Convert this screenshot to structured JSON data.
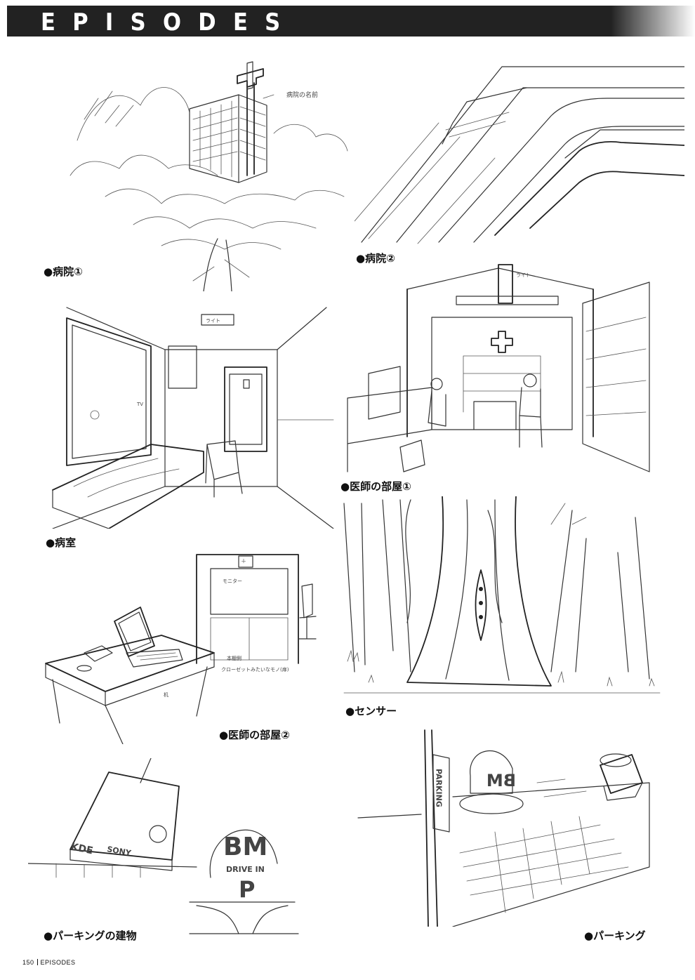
{
  "header": {
    "title": "EPISODES"
  },
  "captions": {
    "hospital_1": "●病院①",
    "hospital_2": "●病院②",
    "hospital_room": "●病室",
    "doctor_room_1": "●医師の部屋①",
    "doctor_room_2": "●医師の部屋②",
    "sensor": "●センサー",
    "parking_building": "●パーキングの建物",
    "parking": "●パーキング"
  },
  "annotations": {
    "hospital_name_note": "病院の名前",
    "light_note": "ライト",
    "tv_note": "TV",
    "monitor_note": "モニター",
    "closet_note": "クローゼットみたいなモノ(扉)",
    "door_note": "本棚側",
    "desk_note": "机"
  },
  "signs": {
    "bm": "BM",
    "drive_in": "DRIVE IN",
    "p": "P",
    "kde": "KDE",
    "sony": "SONY",
    "parking_vertical": "PARKING"
  },
  "footer": {
    "page_number": "150",
    "section": "EPISODES"
  }
}
